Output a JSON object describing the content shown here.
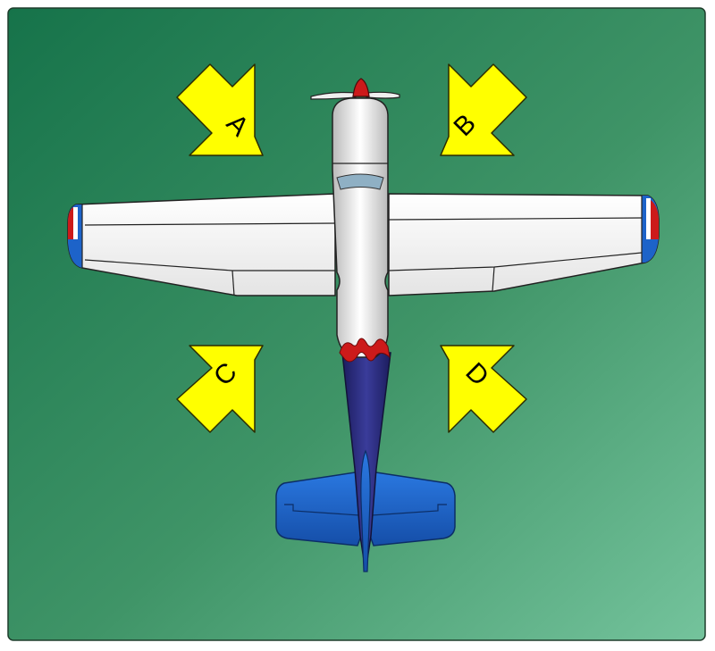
{
  "diagram": {
    "colors": {
      "background_top": "#1c7a4a",
      "background_bottom": "#6fbf96",
      "arrow_fill": "#ffff00",
      "arrow_stroke": "#333300",
      "fuselage": "#e8e8e8",
      "tail_blue": "#1d63c9",
      "fuselage_navy": "#2a2c7a",
      "accent_red": "#cc1a1a",
      "canopy": "#8fb0c4"
    },
    "arrows": [
      {
        "id": "A",
        "label": "A"
      },
      {
        "id": "B",
        "label": "B"
      },
      {
        "id": "C",
        "label": "C"
      },
      {
        "id": "D",
        "label": "D"
      }
    ]
  }
}
